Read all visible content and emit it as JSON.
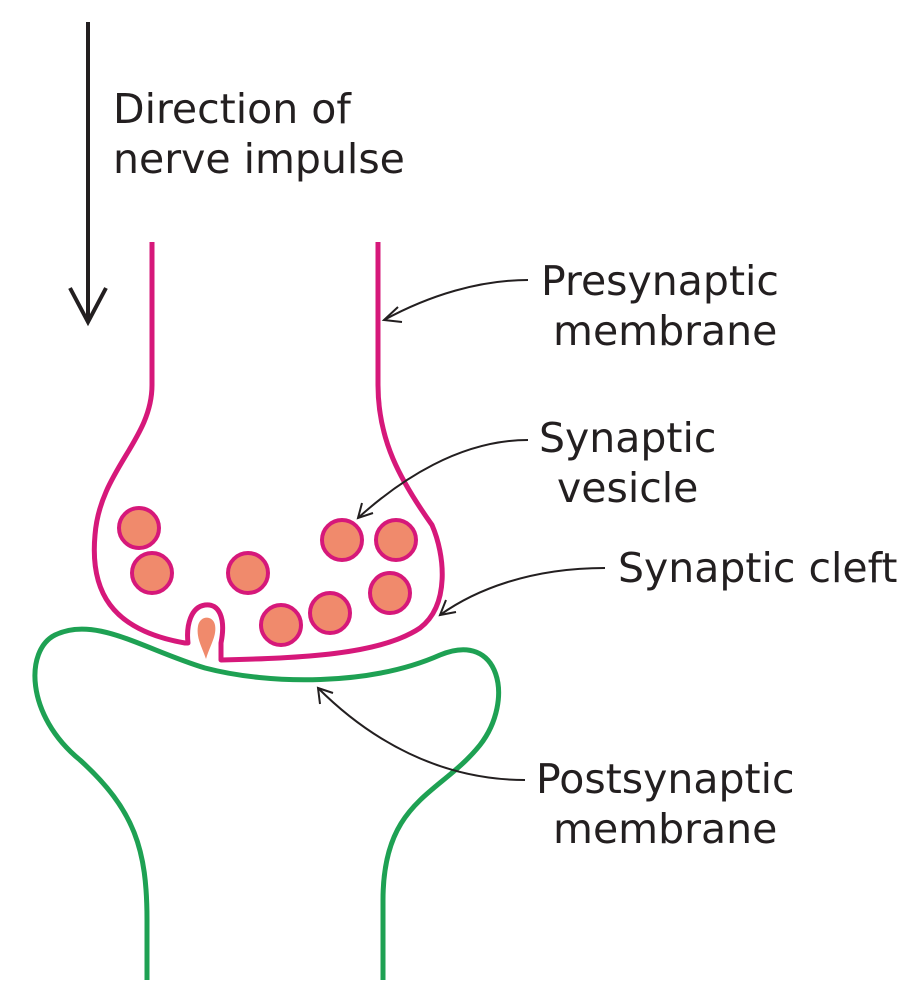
{
  "labels": {
    "direction_line1": "Direction of",
    "direction_line2": "nerve impulse",
    "presynaptic_line1": "Presynaptic",
    "presynaptic_line2": "membrane",
    "vesicle_line1": "Synaptic",
    "vesicle_line2": "vesicle",
    "cleft": "Synaptic cleft",
    "postsynaptic_line1": "Postsynaptic",
    "postsynaptic_line2": "membrane"
  },
  "colors": {
    "presynaptic_membrane": "#d6187a",
    "postsynaptic_membrane": "#1ea153",
    "vesicle_fill": "#f08a6c",
    "vesicle_outline": "#d6187a",
    "arrow": "#231f20",
    "text": "#231f20"
  }
}
